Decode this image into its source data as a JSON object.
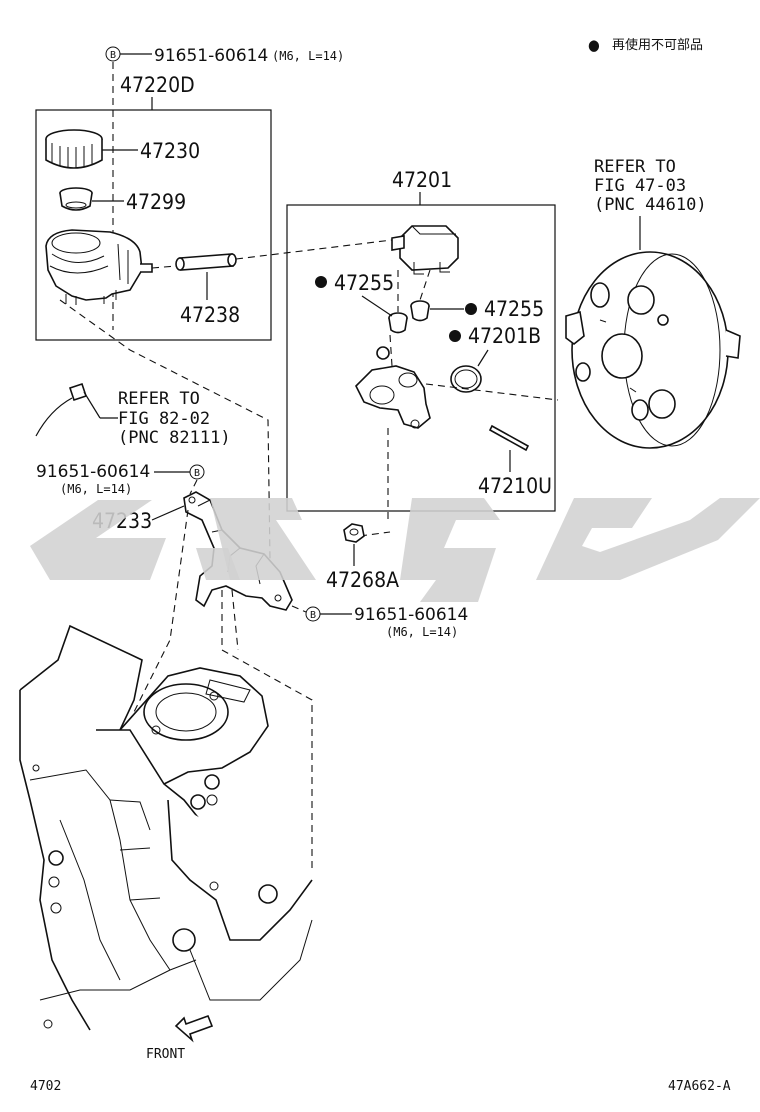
{
  "legend": {
    "marker": "●",
    "text": "再使用不可部品"
  },
  "callouts": {
    "bolt_top": {
      "marker": "B",
      "number": "91651-60614",
      "spec": "(M6, L=14)"
    },
    "reservoir_assy": "47220D",
    "cap": "47230",
    "grommet": "47299",
    "hose": "47238",
    "cylinder_assy": "47201",
    "seal_left": "47255",
    "seal_right": "47255",
    "o_ring": "47201B",
    "pin": "47210U",
    "nut": "47268A",
    "bracket": "47233",
    "bolt_left": {
      "marker": "B",
      "number": "91651-60614",
      "spec": "(M6, L=14)"
    },
    "bolt_bottom": {
      "marker": "B",
      "number": "91651-60614",
      "spec": "(M6, L=14)"
    }
  },
  "references": {
    "booster": {
      "line1": "REFER TO",
      "line2": "FIG 47-03",
      "line3": "(PNC 44610)"
    },
    "sensor": {
      "line1": "REFER TO",
      "line2": "FIG 82-02",
      "line3": "(PNC 82111)"
    }
  },
  "direction_label": "FRONT",
  "footer": {
    "page_code": "4702",
    "illustration_code": "47A662-A"
  },
  "colors": {
    "line": "#111111",
    "watermark": "#d2d2d2",
    "background": "#ffffff"
  }
}
